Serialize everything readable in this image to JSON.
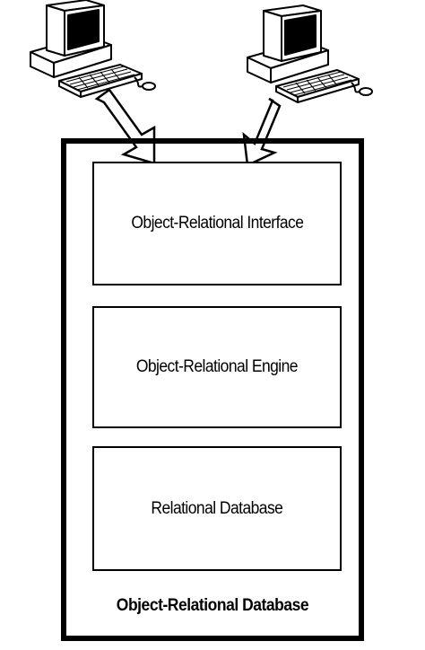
{
  "diagram": {
    "layers": [
      {
        "label": "Object-Relational Interface"
      },
      {
        "label": "Object-Relational Engine"
      },
      {
        "label": "Relational Database"
      }
    ],
    "container_caption": "Object-Relational Database",
    "clients": [
      {
        "icon": "computer-workstation-icon"
      },
      {
        "icon": "computer-workstation-icon"
      }
    ]
  }
}
